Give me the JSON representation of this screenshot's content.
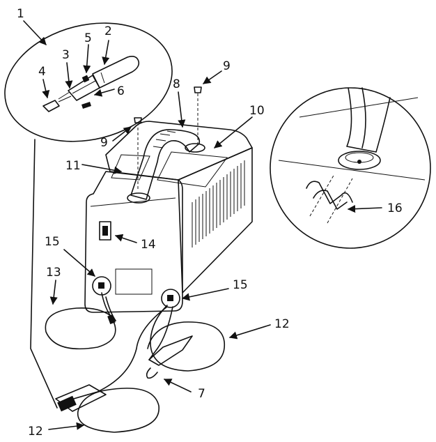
{
  "callouts": [
    {
      "id": "c1",
      "label": "1"
    },
    {
      "id": "c2",
      "label": "2"
    },
    {
      "id": "c3",
      "label": "3"
    },
    {
      "id": "c4",
      "label": "4"
    },
    {
      "id": "c5",
      "label": "5"
    },
    {
      "id": "c6",
      "label": "6"
    },
    {
      "id": "c7",
      "label": "7"
    },
    {
      "id": "c8",
      "label": "8"
    },
    {
      "id": "c9a",
      "label": "9"
    },
    {
      "id": "c9b",
      "label": "9"
    },
    {
      "id": "c10",
      "label": "10"
    },
    {
      "id": "c11",
      "label": "11"
    },
    {
      "id": "c12a",
      "label": "12"
    },
    {
      "id": "c12b",
      "label": "12"
    },
    {
      "id": "c13",
      "label": "13"
    },
    {
      "id": "c14",
      "label": "14"
    },
    {
      "id": "c15a",
      "label": "15"
    },
    {
      "id": "c15b",
      "label": "15"
    },
    {
      "id": "c16",
      "label": "16"
    }
  ]
}
